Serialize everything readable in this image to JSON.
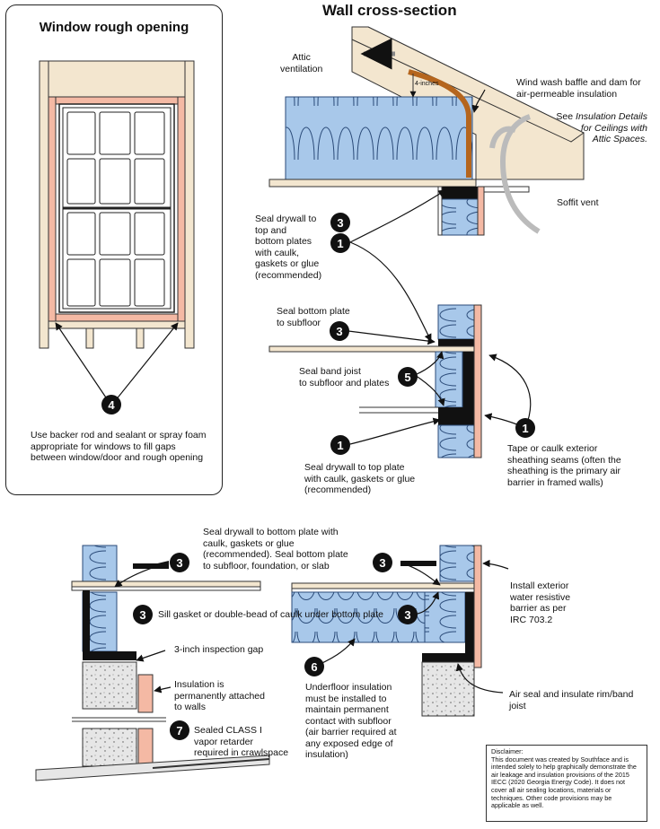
{
  "title": "Wall cross-section",
  "window_panel": {
    "title": "Window rough opening",
    "note": "Use backer rod and sealant or spray foam appropriate for windows to fill gaps between window/door and rough opening",
    "callout": "4"
  },
  "labels": {
    "attic_ventilation": "Attic\nventilation",
    "four_inches": "4-inches",
    "baffle": "Wind wash baffle and dam for\nair-permeable insulation",
    "see_details_prefix": "See",
    "see_details_italic": "Insulation Details\nfor Ceilings with\nAttic Spaces.",
    "soffit_vent": "Soffit vent",
    "seal_drywall_top_bottom": "Seal drywall to\ntop and\nbottom plates\nwith caulk,\ngaskets or glue\n(recommended)",
    "seal_bottom_plate_subfloor": "Seal bottom plate\nto subfloor",
    "seal_band_joist": "Seal band joist\nto subfloor and plates",
    "seal_drywall_top_plate": "Seal drywall to top plate\nwith caulk, gaskets or glue\n(recommended)",
    "tape_caulk": "Tape or caulk exterior\nsheathing seams (often the\nsheathing is the primary air\nbarrier in framed walls)",
    "seal_drywall_bottom_plate": "Seal drywall to bottom plate with\ncaulk, gaskets or glue\n(recommended). Seal bottom plate\nto subfloor, foundation, or slab",
    "sill_gasket": "Sill gasket or double-bead of caulk under bottom plate",
    "inspection_gap": "3-inch inspection gap",
    "insulation_attached": "Insulation is\npermanently attached\nto walls",
    "vapor_retarder": "Sealed CLASS I\nvapor retarder\nrequired in crawlspace",
    "underfloor": "Underfloor insulation\nmust be installed to\nmaintain permanent\ncontact with subfloor\n(air barrier required at\nany exposed edge of\ninsulation)",
    "install_barrier": "Install exterior\nwater resistive\nbarrier as per\nIRC 703.2",
    "air_seal_rim": "Air seal and insulate rim/band\njoist"
  },
  "callouts": {
    "c3_top": "3",
    "c1_top": "1",
    "c3_mid": "3",
    "c5": "5",
    "c1_mid": "1",
    "c1_right": "1",
    "c3_bl": "3",
    "c3_sill": "3",
    "c7": "7",
    "c3_br": "3",
    "c3_br2": "3",
    "c6": "6"
  },
  "disclaimer": {
    "heading": "Disclaimer:",
    "body": "This document was created by Southface and is intended solely to help graphically demonstrate the air leakage and insulation provisions of the 2015 IECC (2020 Georgia Energy Code). It does not cover all air sealing locations, materials or techniques. Other code provisions may be applicable as well."
  },
  "colors": {
    "insulation": "#a8c8ea",
    "wood": "#f3e6cf",
    "sheathing": "#f4b9a4",
    "framing_dark": "#111111",
    "baffle": "#b5651d",
    "concrete": "#dcdcdc"
  }
}
